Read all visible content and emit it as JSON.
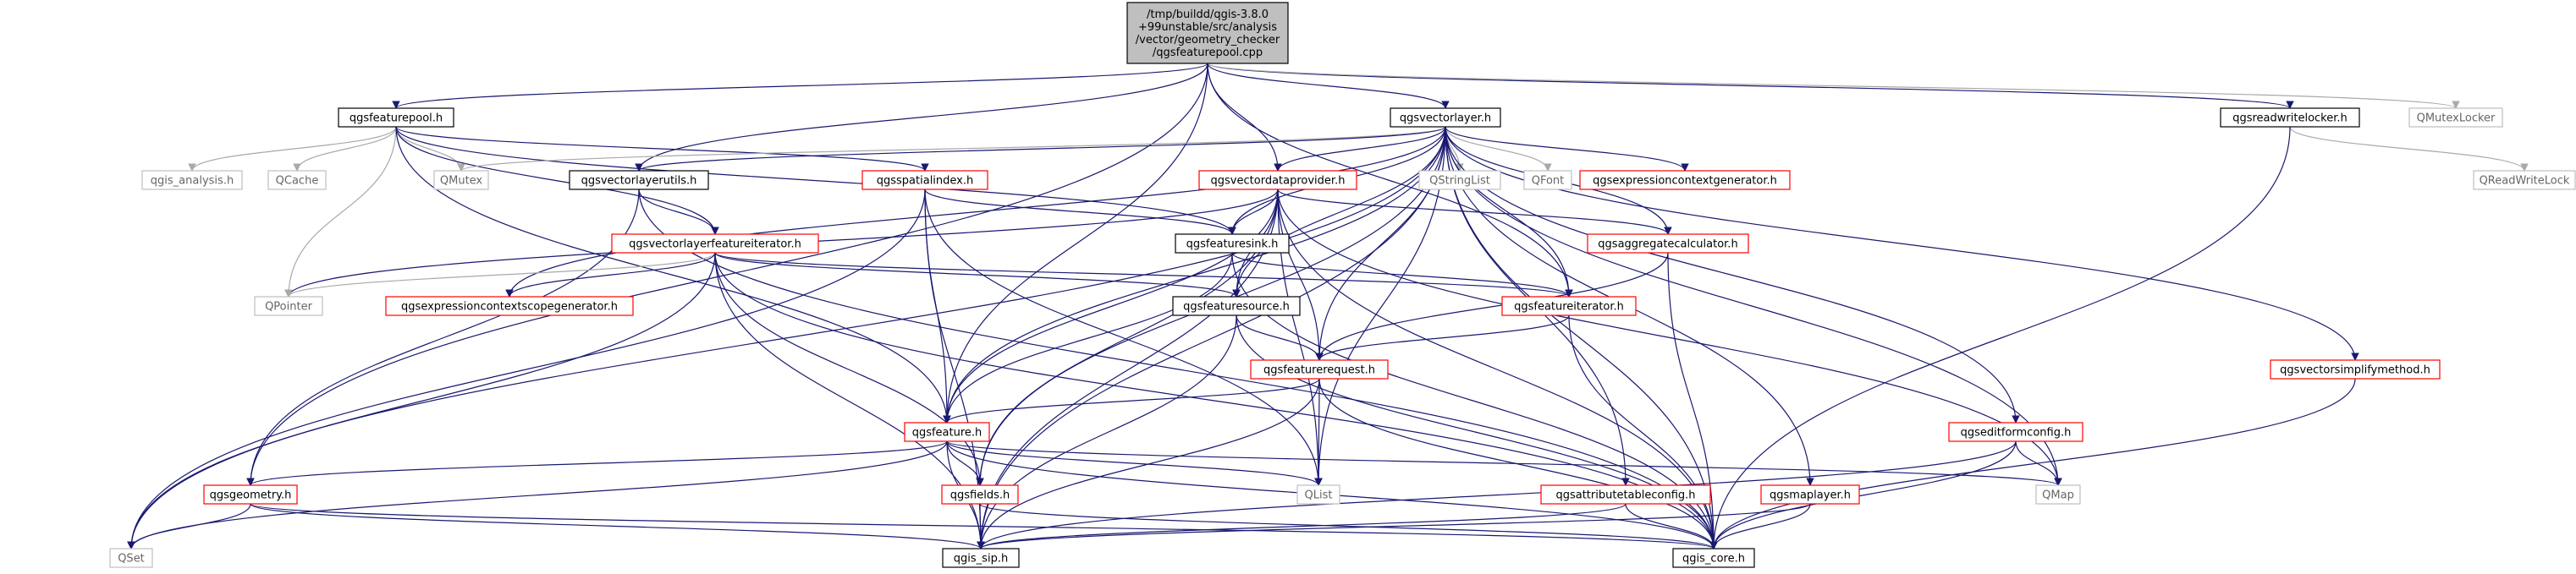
{
  "colors": {
    "root_fill": "#bfbfbf",
    "root_stroke": "#000000",
    "documented_stroke": "#000000",
    "undocumented_stroke": "#ff0000",
    "external_stroke": "#bfbfbf",
    "edge_navy": "#191970",
    "edge_gray": "#a9a9a9"
  },
  "nodes": [
    {
      "id": "root",
      "kind": "root",
      "lines": [
        "/tmp/buildd/qgis-3.8.0",
        "+99unstable/src/analysis",
        "/vector/geometry_checker",
        "/qgsfeaturepool.cpp"
      ]
    },
    {
      "id": "qgsfeaturepool",
      "kind": "doc",
      "lines": [
        "qgsfeaturepool.h"
      ]
    },
    {
      "id": "qgsvectorlayer",
      "kind": "doc",
      "lines": [
        "qgsvectorlayer.h"
      ]
    },
    {
      "id": "qgsreadwritelocker",
      "kind": "doc",
      "lines": [
        "qgsreadwritelocker.h"
      ]
    },
    {
      "id": "qmutexlocker",
      "kind": "ext",
      "lines": [
        "QMutexLocker"
      ]
    },
    {
      "id": "qreadwritelock",
      "kind": "ext",
      "lines": [
        "QReadWriteLock"
      ]
    },
    {
      "id": "qgis_analysis",
      "kind": "ext",
      "lines": [
        "qgis_analysis.h"
      ]
    },
    {
      "id": "qcache",
      "kind": "ext",
      "lines": [
        "QCache"
      ]
    },
    {
      "id": "qmutex",
      "kind": "ext",
      "lines": [
        "QMutex"
      ]
    },
    {
      "id": "qgsvectorlayerutils",
      "kind": "doc",
      "lines": [
        "qgsvectorlayerutils.h"
      ]
    },
    {
      "id": "qgsspatialindex",
      "kind": "red",
      "lines": [
        "qgsspatialindex.h"
      ]
    },
    {
      "id": "qgsvectordataprovider",
      "kind": "red",
      "lines": [
        "qgsvectordataprovider.h"
      ]
    },
    {
      "id": "qstringlist",
      "kind": "ext",
      "lines": [
        "QStringList"
      ]
    },
    {
      "id": "qfont",
      "kind": "ext",
      "lines": [
        "QFont"
      ]
    },
    {
      "id": "qgsexpressioncontextgenerator",
      "kind": "red",
      "lines": [
        "qgsexpressioncontextgenerator.h"
      ]
    },
    {
      "id": "qgsvectorlayerfeatureiterator",
      "kind": "red",
      "lines": [
        "qgsvectorlayerfeatureiterator.h"
      ]
    },
    {
      "id": "qgsfeaturesink",
      "kind": "doc",
      "lines": [
        "qgsfeaturesink.h"
      ]
    },
    {
      "id": "qgsaggregatecalculator",
      "kind": "red",
      "lines": [
        "qgsaggregatecalculator.h"
      ]
    },
    {
      "id": "qpointer",
      "kind": "ext",
      "lines": [
        "QPointer"
      ]
    },
    {
      "id": "qgsexpressioncontextscopegenerator",
      "kind": "red",
      "lines": [
        "qgsexpressioncontextscopegenerator.h"
      ]
    },
    {
      "id": "qgsfeaturesource",
      "kind": "doc",
      "lines": [
        "qgsfeaturesource.h"
      ]
    },
    {
      "id": "qgsfeatureiterator",
      "kind": "red",
      "lines": [
        "qgsfeatureiterator.h"
      ]
    },
    {
      "id": "qgsvectorsimplifymethod",
      "kind": "red",
      "lines": [
        "qgsvectorsimplifymethod.h"
      ]
    },
    {
      "id": "qgsfeaturerequest",
      "kind": "red",
      "lines": [
        "qgsfeaturerequest.h"
      ]
    },
    {
      "id": "qgsfeature",
      "kind": "red",
      "lines": [
        "qgsfeature.h"
      ]
    },
    {
      "id": "qgseditformconfig",
      "kind": "red",
      "lines": [
        "qgseditformconfig.h"
      ]
    },
    {
      "id": "qgsgeometry",
      "kind": "red",
      "lines": [
        "qgsgeometry.h"
      ]
    },
    {
      "id": "qgsfields",
      "kind": "red",
      "lines": [
        "qgsfields.h"
      ]
    },
    {
      "id": "qlist",
      "kind": "ext",
      "lines": [
        "QList"
      ]
    },
    {
      "id": "qmap",
      "kind": "ext",
      "lines": [
        "QMap"
      ]
    },
    {
      "id": "qgsattributetableconfig",
      "kind": "red",
      "lines": [
        "qgsattributetableconfig.h"
      ]
    },
    {
      "id": "qgsmaplayer",
      "kind": "red",
      "lines": [
        "qgsmaplayer.h"
      ]
    },
    {
      "id": "qset",
      "kind": "ext",
      "lines": [
        "QSet"
      ]
    },
    {
      "id": "qgis_sip",
      "kind": "doc",
      "lines": [
        "qgis_sip.h"
      ]
    },
    {
      "id": "qgis_core",
      "kind": "doc",
      "lines": [
        "qgis_core.h"
      ]
    }
  ],
  "edges": [
    [
      "root",
      "qgsfeaturepool",
      "navy"
    ],
    [
      "root",
      "qgsvectorlayer",
      "navy"
    ],
    [
      "root",
      "qgsreadwritelocker",
      "navy"
    ],
    [
      "root",
      "qmutexlocker",
      "gray"
    ],
    [
      "root",
      "qgsvectorlayerutils",
      "navy"
    ],
    [
      "root",
      "qgsvectordataprovider",
      "navy"
    ],
    [
      "root",
      "qgsfeature",
      "navy"
    ],
    [
      "root",
      "qgsgeometry",
      "navy"
    ],
    [
      "root",
      "qgsfeatureiterator",
      "navy"
    ],
    [
      "qgsfeaturepool",
      "qgis_analysis",
      "gray"
    ],
    [
      "qgsfeaturepool",
      "qcache",
      "gray"
    ],
    [
      "qgsfeaturepool",
      "qmutex",
      "gray"
    ],
    [
      "qgsfeaturepool",
      "qgsspatialindex",
      "navy"
    ],
    [
      "qgsfeaturepool",
      "qpointer",
      "gray"
    ],
    [
      "qgsfeaturepool",
      "qgsvectorlayerfeatureiterator",
      "navy"
    ],
    [
      "qgsfeaturepool",
      "qgsfeaturesink",
      "navy"
    ],
    [
      "qgsfeaturepool",
      "qgsfeature",
      "navy"
    ],
    [
      "qgsvectorlayer",
      "qmutex",
      "gray"
    ],
    [
      "qgsvectorlayer",
      "qstringlist",
      "gray"
    ],
    [
      "qgsvectorlayer",
      "qfont",
      "gray"
    ],
    [
      "qgsvectorlayer",
      "qgsexpressioncontextgenerator",
      "navy"
    ],
    [
      "qgsvectorlayer",
      "qgsvectordataprovider",
      "navy"
    ],
    [
      "qgsvectorlayer",
      "qgsfeaturesink",
      "navy"
    ],
    [
      "qgsvectorlayer",
      "qgsaggregatecalculator",
      "navy"
    ],
    [
      "qgsvectorlayer",
      "qgsfeaturesource",
      "navy"
    ],
    [
      "qgsvectorlayer",
      "qgsfeatureiterator",
      "navy"
    ],
    [
      "qgsvectorlayer",
      "qgsfeaturerequest",
      "navy"
    ],
    [
      "qgsvectorlayer",
      "qgsfeature",
      "navy"
    ],
    [
      "qgsvectorlayer",
      "qgsfields",
      "navy"
    ],
    [
      "qgsvectorlayer",
      "qlist",
      "navy"
    ],
    [
      "qgsvectorlayer",
      "qmap",
      "navy"
    ],
    [
      "qgsvectorlayer",
      "qgseditformconfig",
      "navy"
    ],
    [
      "qgsvectorlayer",
      "qgsvectorsimplifymethod",
      "navy"
    ],
    [
      "qgsvectorlayer",
      "qgsattributetableconfig",
      "navy"
    ],
    [
      "qgsvectorlayer",
      "qgsmaplayer",
      "navy"
    ],
    [
      "qgsvectorlayer",
      "qgis_core",
      "navy"
    ],
    [
      "qgsvectorlayer",
      "qgis_sip",
      "navy"
    ],
    [
      "qgsvectorlayer",
      "qset",
      "navy"
    ],
    [
      "qgsvectorlayer",
      "qgsexpressioncontextscopegenerator",
      "navy"
    ],
    [
      "qgsvectorlayer",
      "qgsvectorlayerutils",
      "navy"
    ],
    [
      "qgsreadwritelocker",
      "qreadwritelock",
      "gray"
    ],
    [
      "qgsreadwritelocker",
      "qgis_core",
      "navy"
    ],
    [
      "qgsvectorlayerutils",
      "qgsvectorlayerfeatureiterator",
      "navy"
    ],
    [
      "qgsvectorlayerutils",
      "qgsgeometry",
      "navy"
    ],
    [
      "qgsvectorlayerutils",
      "qgis_core",
      "navy"
    ],
    [
      "qgsspatialindex",
      "qgsfeaturesink",
      "navy"
    ],
    [
      "qgsspatialindex",
      "qgsfeature",
      "navy"
    ],
    [
      "qgsspatialindex",
      "qgis_sip",
      "navy"
    ],
    [
      "qgsspatialindex",
      "qset",
      "navy"
    ],
    [
      "qgsspatialindex",
      "qlist",
      "navy"
    ],
    [
      "qgsvectordataprovider",
      "qgsfeaturesink",
      "navy"
    ],
    [
      "qgsvectordataprovider",
      "qgsfeaturesource",
      "navy"
    ],
    [
      "qgsvectordataprovider",
      "qgsaggregatecalculator",
      "navy"
    ],
    [
      "qgsvectordataprovider",
      "qgsfeaturerequest",
      "navy"
    ],
    [
      "qgsvectordataprovider",
      "qgsfeature",
      "navy"
    ],
    [
      "qgsvectordataprovider",
      "qgsfields",
      "navy"
    ],
    [
      "qgsvectordataprovider",
      "qlist",
      "navy"
    ],
    [
      "qgsvectordataprovider",
      "qmap",
      "navy"
    ],
    [
      "qgsvectordataprovider",
      "qgis_core",
      "navy"
    ],
    [
      "qgsvectordataprovider",
      "qgis_sip",
      "navy"
    ],
    [
      "qgsvectordataprovider",
      "qpointer",
      "navy"
    ],
    [
      "qgsvectorlayerfeatureiterator",
      "qpointer",
      "gray"
    ],
    [
      "qgsvectorlayerfeatureiterator",
      "qgsexpressioncontextscopegenerator",
      "navy"
    ],
    [
      "qgsvectorlayerfeatureiterator",
      "qgsfeaturesource",
      "navy"
    ],
    [
      "qgsvectorlayerfeatureiterator",
      "qgsfeatureiterator",
      "navy"
    ],
    [
      "qgsvectorlayerfeatureiterator",
      "qgsfields",
      "navy"
    ],
    [
      "qgsvectorlayerfeatureiterator",
      "qgis_sip",
      "navy"
    ],
    [
      "qgsvectorlayerfeatureiterator",
      "qgis_core",
      "navy"
    ],
    [
      "qgsvectorlayerfeatureiterator",
      "qset",
      "navy"
    ],
    [
      "qgsfeaturesink",
      "qgsfeature",
      "navy"
    ],
    [
      "qgsfeaturesink",
      "qgsfeatureiterator",
      "navy"
    ],
    [
      "qgsfeaturesink",
      "qgis_core",
      "navy"
    ],
    [
      "qgsaggregatecalculator",
      "qgsfeaturerequest",
      "navy"
    ],
    [
      "qgsaggregatecalculator",
      "qgis_core",
      "navy"
    ],
    [
      "qgsfeaturesource",
      "qgsfeaturerequest",
      "navy"
    ],
    [
      "qgsfeaturesource",
      "qgis_sip",
      "navy"
    ],
    [
      "qgsfeaturesource",
      "qgis_core",
      "navy"
    ],
    [
      "qgsfeatureiterator",
      "qgsfeaturerequest",
      "navy"
    ],
    [
      "qgsfeatureiterator",
      "qgis_core",
      "navy"
    ],
    [
      "qgsfeaturerequest",
      "qgsfeature",
      "navy"
    ],
    [
      "qgsfeaturerequest",
      "qlist",
      "navy"
    ],
    [
      "qgsfeaturerequest",
      "qgis_sip",
      "navy"
    ],
    [
      "qgsfeaturerequest",
      "qgis_core",
      "navy"
    ],
    [
      "qgsfeature",
      "qgsgeometry",
      "navy"
    ],
    [
      "qgsfeature",
      "qgsfields",
      "navy"
    ],
    [
      "qgsfeature",
      "qlist",
      "navy"
    ],
    [
      "qgsfeature",
      "qmap",
      "navy"
    ],
    [
      "qgsfeature",
      "qset",
      "navy"
    ],
    [
      "qgsfeature",
      "qgis_sip",
      "navy"
    ],
    [
      "qgsfeature",
      "qgis_core",
      "navy"
    ],
    [
      "qgseditformconfig",
      "qmap",
      "navy"
    ],
    [
      "qgseditformconfig",
      "qgis_sip",
      "navy"
    ],
    [
      "qgseditformconfig",
      "qgis_core",
      "navy"
    ],
    [
      "qgsgeometry",
      "qset",
      "navy"
    ],
    [
      "qgsgeometry",
      "qgis_sip",
      "navy"
    ],
    [
      "qgsgeometry",
      "qgis_core",
      "navy"
    ],
    [
      "qgsfields",
      "qgis_sip",
      "navy"
    ],
    [
      "qgsfields",
      "qgis_core",
      "navy"
    ],
    [
      "qgsattributetableconfig",
      "qgis_sip",
      "navy"
    ],
    [
      "qgsattributetableconfig",
      "qgis_core",
      "navy"
    ],
    [
      "qgsmaplayer",
      "qgis_sip",
      "navy"
    ],
    [
      "qgsmaplayer",
      "qgis_core",
      "navy"
    ],
    [
      "qgsvectorsimplifymethod",
      "qgis_core",
      "navy"
    ]
  ]
}
